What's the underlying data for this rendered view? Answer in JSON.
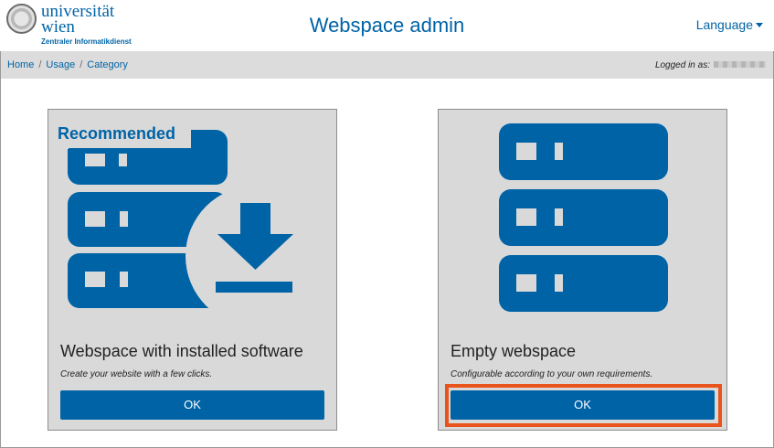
{
  "header": {
    "logo_line1": "universität",
    "logo_line2": "wien",
    "logo_sub": "Zentraler Informatikdienst",
    "title": "Webspace admin",
    "language_label": "Language"
  },
  "breadcrumb": {
    "items": [
      "Home",
      "Usage",
      "Category"
    ],
    "separator": "/"
  },
  "login": {
    "label": "Logged in as:"
  },
  "cards": [
    {
      "badge": "Recommended",
      "title": "Webspace with installed software",
      "description": "Create your website with a few clicks.",
      "button": "OK"
    },
    {
      "title": "Empty webspace",
      "description": "Configurable according to your own requirements.",
      "button": "OK",
      "highlighted": true
    }
  ],
  "colors": {
    "brand_blue": "#0063a6",
    "card_bg": "#d9d9d9",
    "breadcrumb_bg": "#dcdcdc",
    "highlight": "#e8541c"
  },
  "icons": [
    "university-seal-icon",
    "caret-down-icon",
    "server-download-icon",
    "server-stack-icon"
  ]
}
